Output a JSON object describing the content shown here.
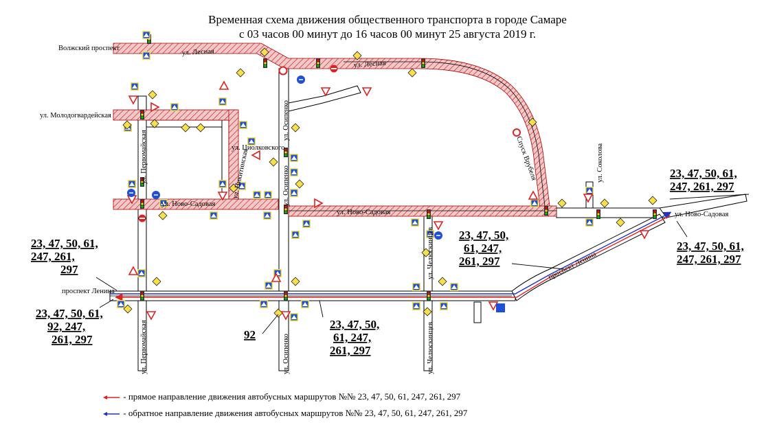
{
  "title": {
    "line1": "Временная схема движения общественного транспорта в городе Самаре",
    "line2": "с 03 часов 00 минут до 16 часов 00 минут 25 августа  2019 г."
  },
  "streets": {
    "volzhsky": "Волжский проспект",
    "lesnaya_1": "ул. Лесная",
    "lesnaya_2": "ул. Лесная",
    "molodogvardeyskaya": "ул. Молодогвардейская",
    "pervomayskaya_top": "ул. Первомайская",
    "pervomayskaya_bottom": "ул. Первомайская",
    "osipenko_top": "ул. Осипенко",
    "osipenko_mid": "ул. Осипенко",
    "osipenko_bottom": "ул. Осипенко",
    "tsiolkovskogo": "ул. Циолковского",
    "nikitinskaya": "ул. Никитинская",
    "novo_sadovaya_left": "ул. Ново-Садовая",
    "novo_sadovaya_mid": "ул. Ново-Садовая",
    "novo_sadovaya_right": "ул. Ново-Садовая",
    "sokolova": "ул. Соколова",
    "chelyuskintsev_top": "ул. Челюскинцев",
    "chelyuskintsev_bottom": "ул. Челюскинцев",
    "lenina_left": "проспект Ленина",
    "lenina_right": "проспект Ленина",
    "vrubelya": "Спуск Врубеля"
  },
  "route_labels": {
    "top_right": [
      "23, 47, 50, 61,",
      "247, 261, 297"
    ],
    "right": [
      "23, 47, 50, 61,",
      "247, 261, 297"
    ],
    "left_top": [
      "23, 47, 50, 61,",
      "247, 261,",
      "297"
    ],
    "left_bottom": [
      "23, 47, 50, 61,",
      "92, 247,",
      "261, 297"
    ],
    "center": [
      "23, 47, 50,",
      "61, 247,",
      "261, 297"
    ],
    "bottom": [
      "23, 47, 50,",
      "61, 247,",
      "261, 297"
    ],
    "n92": "92"
  },
  "legend": {
    "forward": "- прямое направление движения автобусных маршрутов №№ 23, 47, 50, 61, 247, 261, 297",
    "reverse": "- обратное направление движения автобусных маршрутов №№ 23, 47, 50, 61, 247, 261, 297",
    "forward_color": "#e02020",
    "reverse_color": "#2030c0"
  },
  "colors": {
    "closed_road_fill": "#f3c8c8",
    "closed_road_hatch": "#d23a3a",
    "sign_blue": "#1f4fd6",
    "sign_yellow": "#f5e04a"
  }
}
